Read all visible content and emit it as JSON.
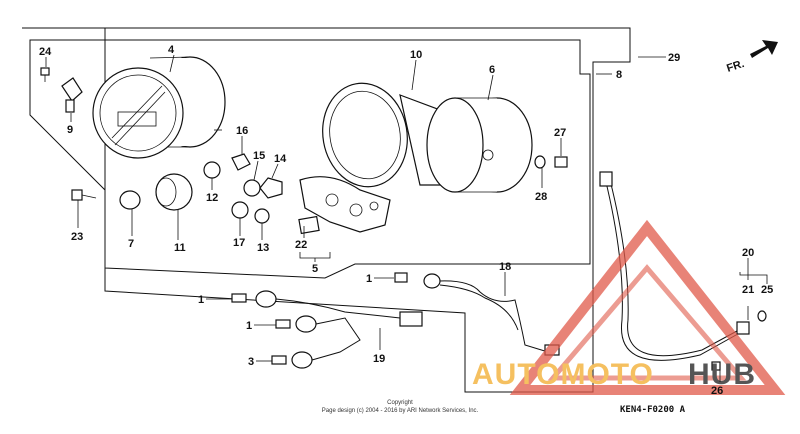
{
  "diagram": {
    "diagram_code": "KEN4-F0200 A",
    "copyright_lines": [
      "Copyright",
      "Page design (c) 2004 - 2016 by ARI Network Services, Inc."
    ],
    "direction_label": "FR.",
    "watermark": {
      "text_a": "AUTOMOTO",
      "text_b": "HUB",
      "color_a": "#f5c060",
      "color_b": "#555555",
      "triangle_color": "#e05a4a"
    },
    "callouts": [
      {
        "n": "24",
        "k": "c24"
      },
      {
        "n": "4",
        "k": "c4"
      },
      {
        "n": "10",
        "k": "c10"
      },
      {
        "n": "6",
        "k": "c6"
      },
      {
        "n": "29",
        "k": "c29"
      },
      {
        "n": "8",
        "k": "c8"
      },
      {
        "n": "9",
        "k": "c9"
      },
      {
        "n": "16",
        "k": "c16"
      },
      {
        "n": "15",
        "k": "c15"
      },
      {
        "n": "14",
        "k": "c14"
      },
      {
        "n": "27",
        "k": "c27"
      },
      {
        "n": "12",
        "k": "c12"
      },
      {
        "n": "28",
        "k": "c28"
      },
      {
        "n": "23",
        "k": "c23"
      },
      {
        "n": "7",
        "k": "c7"
      },
      {
        "n": "11",
        "k": "c11"
      },
      {
        "n": "17",
        "k": "c17"
      },
      {
        "n": "13",
        "k": "c13"
      },
      {
        "n": "22",
        "k": "c22"
      },
      {
        "n": "5",
        "k": "c5"
      },
      {
        "n": "1",
        "k": "c1a"
      },
      {
        "n": "18",
        "k": "c18"
      },
      {
        "n": "1",
        "k": "c1b"
      },
      {
        "n": "1",
        "k": "c1c"
      },
      {
        "n": "3",
        "k": "c3"
      },
      {
        "n": "19",
        "k": "c19"
      },
      {
        "n": "20",
        "k": "c20"
      },
      {
        "n": "21",
        "k": "c21"
      },
      {
        "n": "25",
        "k": "c25"
      },
      {
        "n": "26",
        "k": "c26"
      }
    ]
  }
}
